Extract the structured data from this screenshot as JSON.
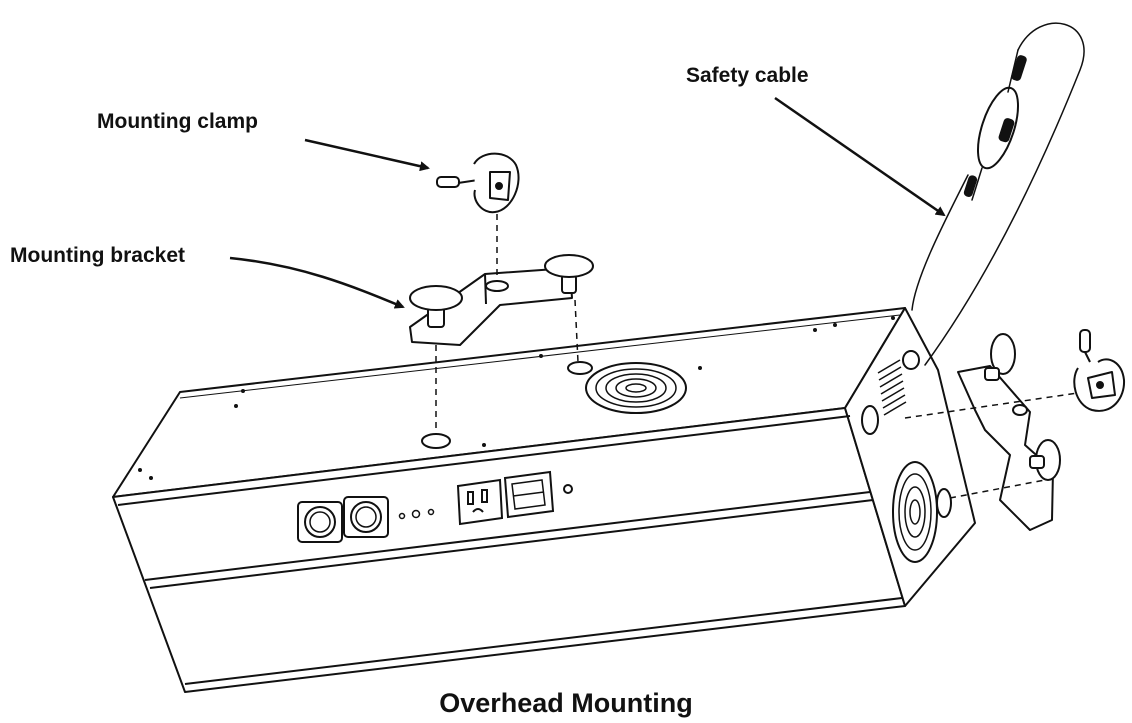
{
  "labels": {
    "mounting_clamp": "Mounting clamp",
    "mounting_bracket": "Mounting bracket",
    "safety_cable": "Safety cable"
  },
  "caption": "Overhead Mounting",
  "colors": {
    "line": "#111111",
    "background": "#ffffff",
    "light_fill": "#f2f2f2"
  }
}
